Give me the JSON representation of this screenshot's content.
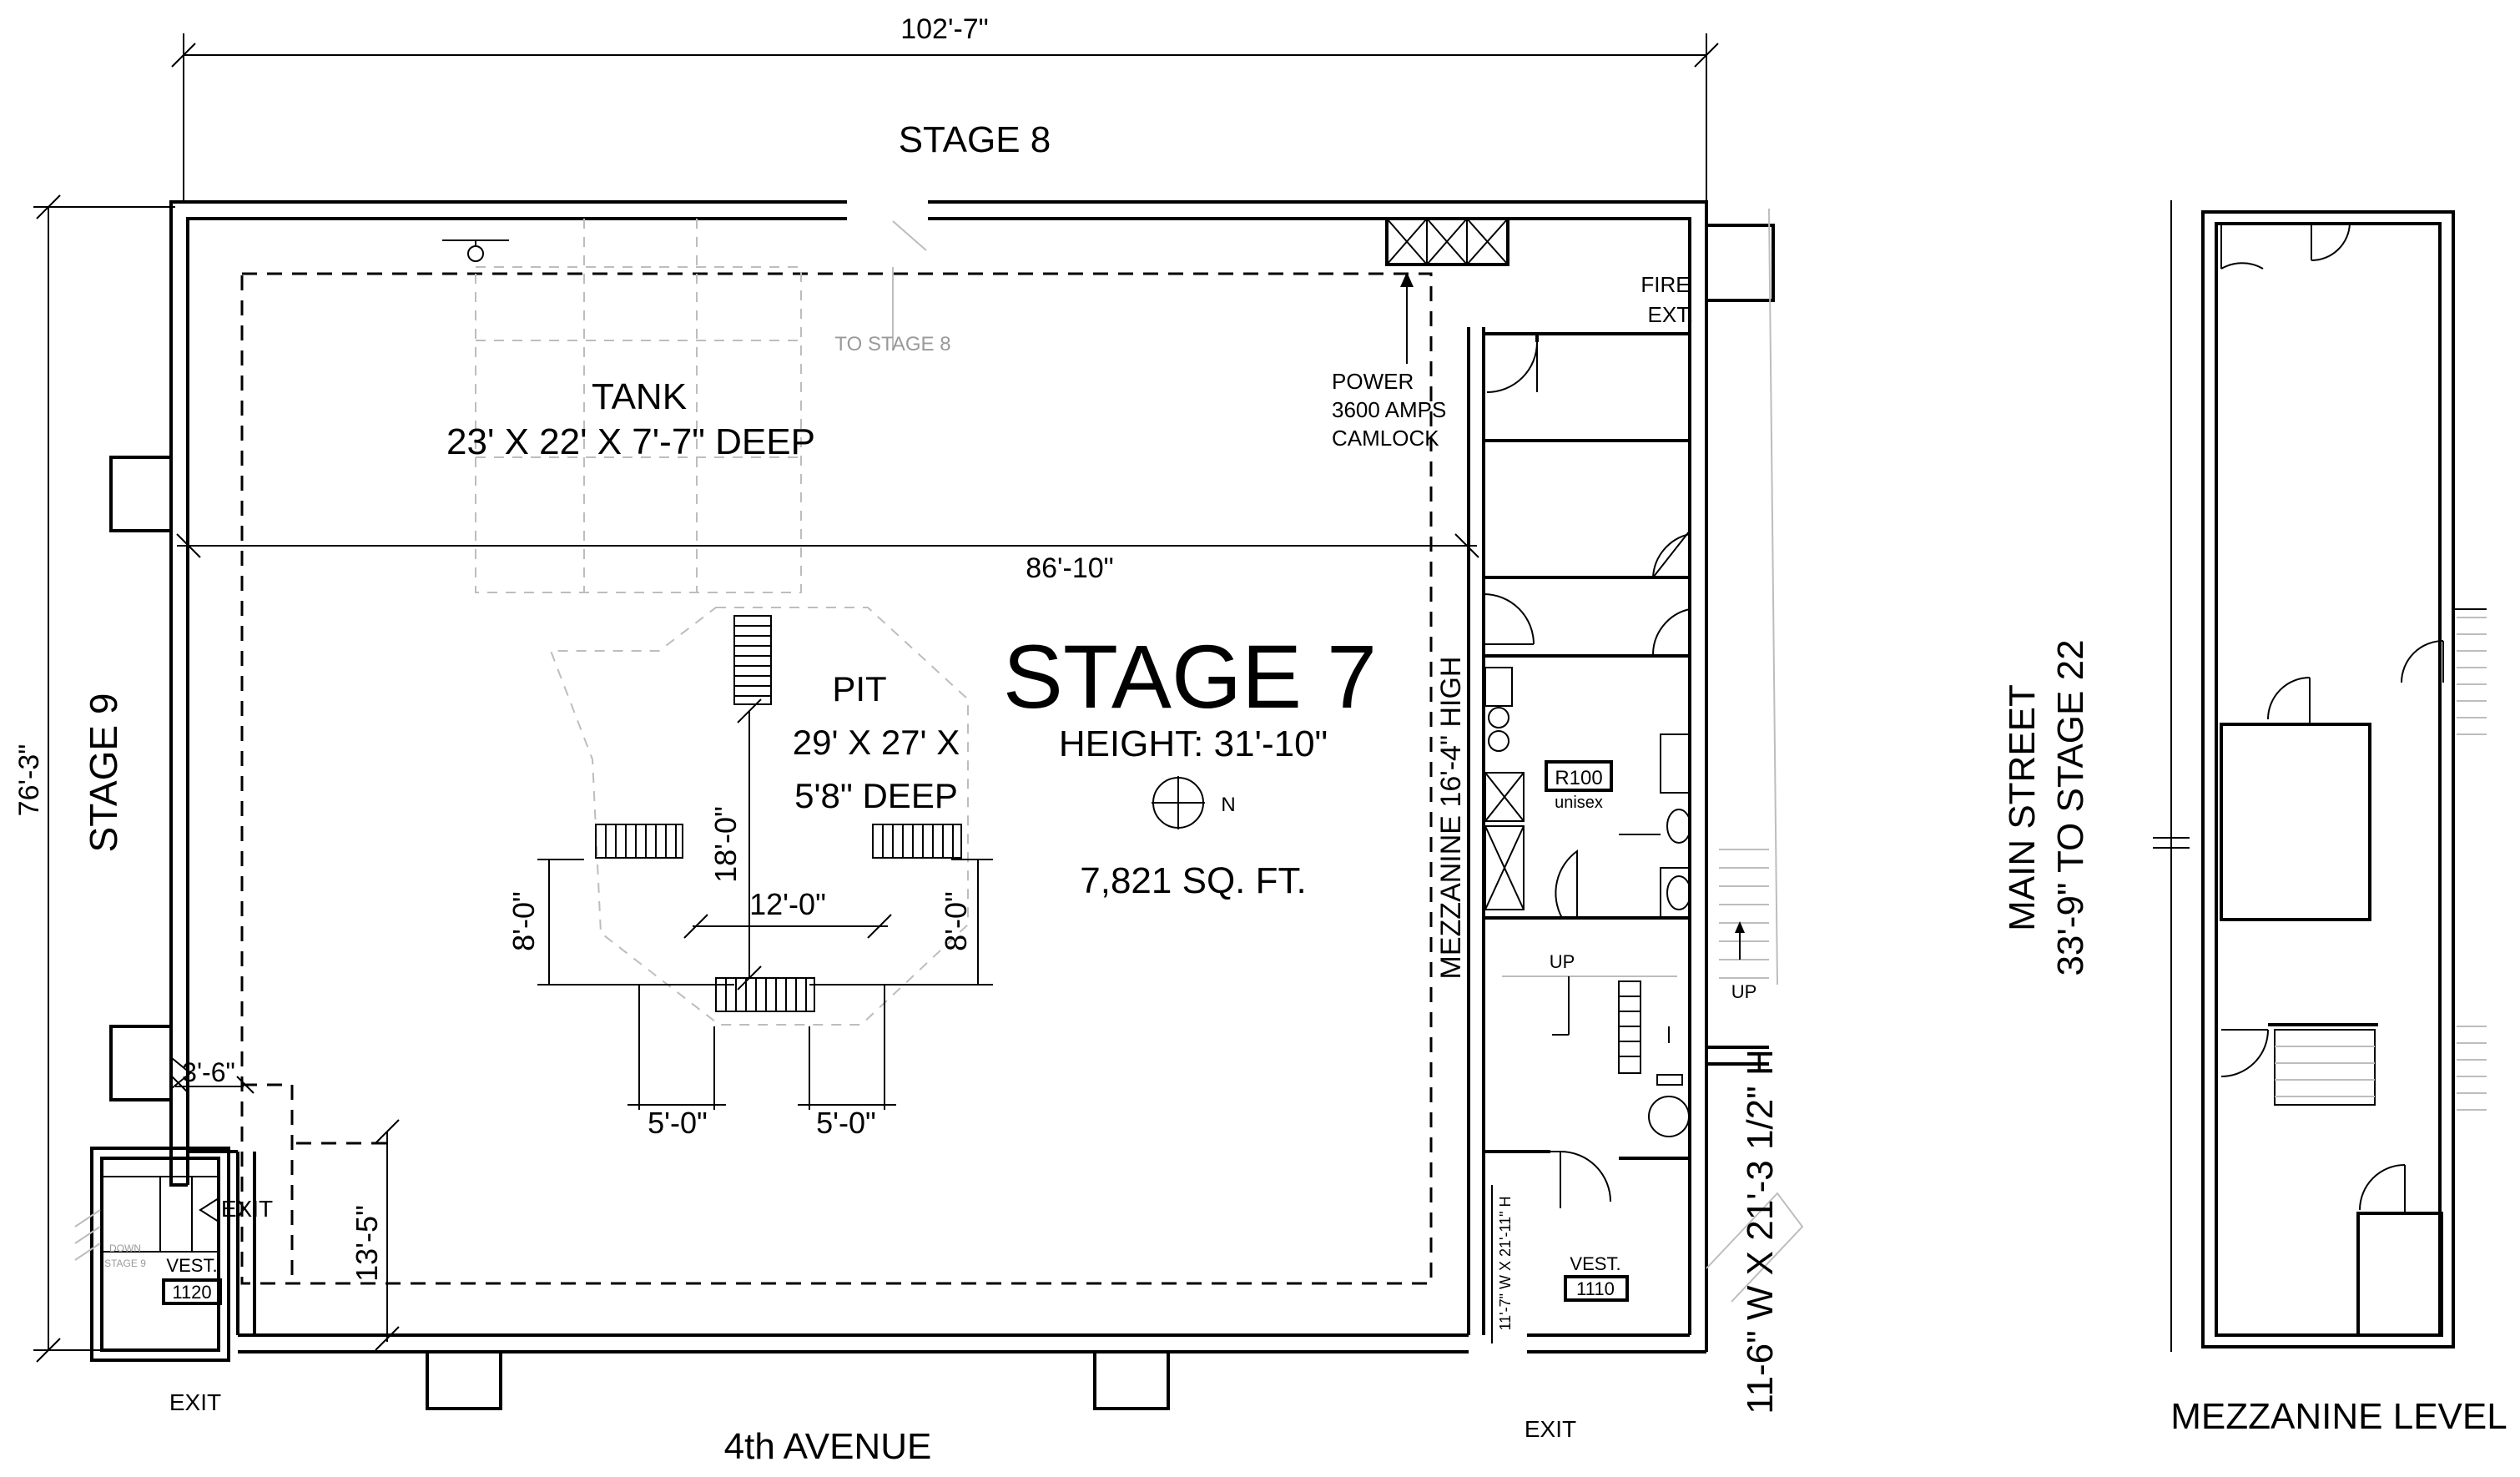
{
  "drawing": {
    "overall_width": "102'-7\"",
    "overall_depth": "76'-3\"",
    "inner_width": "86'-10\""
  },
  "labels": {
    "stage8": "STAGE 8",
    "stage9": "STAGE 9",
    "avenue": "4th AVENUE",
    "main_street_1": "MAIN STREET",
    "main_street_2": "33'-9\" TO STAGE 22",
    "mezzanine_level": "MEZZANINE LEVEL",
    "to_stage8": "TO STAGE 8",
    "fire_ext_1": "FIRE",
    "fire_ext_2": "EXT.",
    "power_1": "POWER",
    "power_2": "3600 AMPS",
    "power_3": "CAMLOCK",
    "mezzanine_height": "MEZZANINE 16'-4\" HIGH",
    "door_big": "11-6\" W X 21'-3 1/2\" H",
    "door_small": "11'-7\" W X 21'-11\" H",
    "exit": "EXIT",
    "vest_1120": "VEST.",
    "vest_1120_num": "1120",
    "vest_1110": "VEST.",
    "vest_1110_num": "1110",
    "r100": "R100",
    "r100_sub": "unisex",
    "up": "UP",
    "down_stage_1": "DOWN",
    "down_stage_2": "STAGE 9"
  },
  "stage": {
    "name": "STAGE 7",
    "height": "HEIGHT: 31'-10\"",
    "area": "7,821 SQ. FT.",
    "north": "N"
  },
  "tank": {
    "title": "TANK",
    "size": "23' X 22' X 7'-7\" DEEP"
  },
  "pit": {
    "title": "PIT",
    "size_1": "29' X 27' X",
    "size_2": "5'8\" DEEP",
    "dims": {
      "d18": "18'-0\"",
      "d12": "12'-0\"",
      "d8_left": "8'-0\"",
      "d8_right": "8'-0\"",
      "d5_left": "5'-0\"",
      "d5_right": "5'-0\""
    }
  },
  "corner_dims": {
    "d3_6": "3'-6\"",
    "d13_5": "13'-5\""
  }
}
